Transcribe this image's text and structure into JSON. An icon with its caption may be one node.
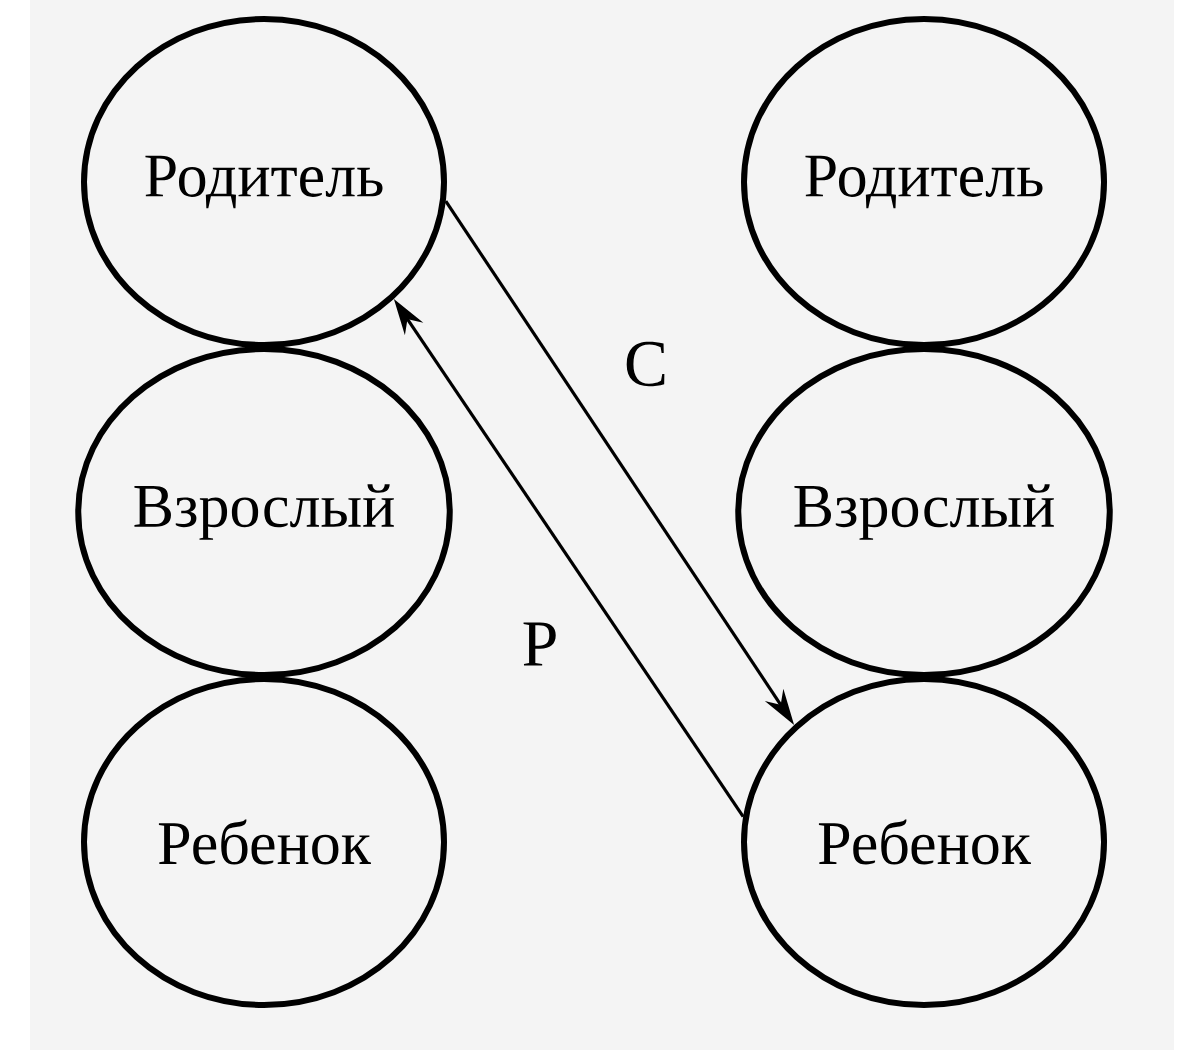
{
  "diagram": {
    "nodes": [
      {
        "text": [
          "Родитель"
        ]
      },
      {
        "text": [
          "Взрослый"
        ]
      },
      {
        "text": [
          "Ребенок"
        ]
      },
      {
        "text": [
          "Родитель"
        ]
      },
      {
        "text": [
          "Взрослый"
        ]
      },
      {
        "text": [
          "Ребенок"
        ]
      }
    ],
    "edges": [
      {
        "from": 0,
        "to": 5,
        "arrow": "to",
        "label": "С"
      },
      {
        "from": 5,
        "to": 0,
        "arrow": "to",
        "label": "Р"
      }
    ]
  }
}
